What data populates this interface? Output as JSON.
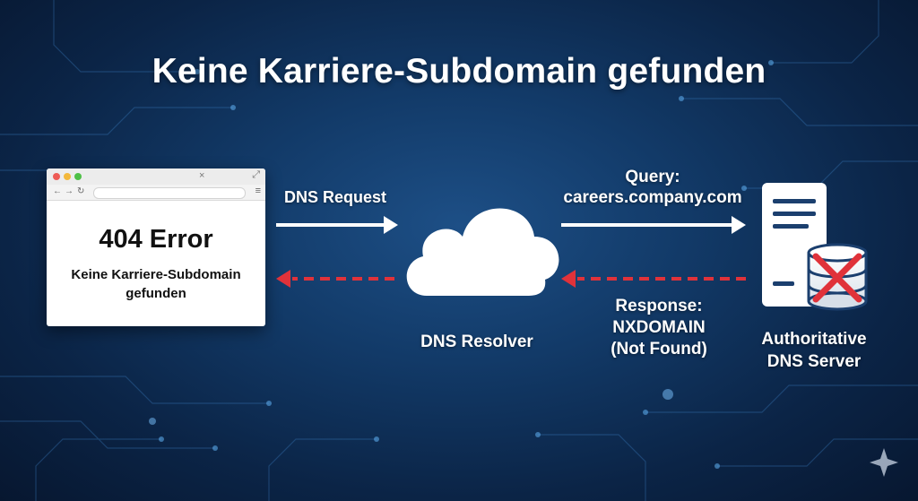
{
  "title": "Keine Karriere-Subdomain gefunden",
  "browser": {
    "error_title": "404 Error",
    "error_message": "Keine Karriere-Subdomain gefunden",
    "tab_close": "×",
    "expand": "⤢",
    "back": "←",
    "forward": "→",
    "reload": "↻",
    "menu": "≡"
  },
  "labels": {
    "dns_request": "DNS Request",
    "query_line1": "Query:",
    "query_line2": "careers.company.com",
    "resolver": "DNS Resolver",
    "response_line1": "Response:",
    "response_line2": "NXDOMAIN",
    "response_line3": "(Not Found)",
    "server_line1": "Authoritative",
    "server_line2": "DNS Server"
  },
  "colors": {
    "request_arrow": "#ffffff",
    "response_arrow": "#e0323a",
    "error_cross": "#e0323a"
  },
  "icons": {
    "cloud": "cloud-icon",
    "server": "server-icon",
    "database_error": "database-error-icon"
  }
}
